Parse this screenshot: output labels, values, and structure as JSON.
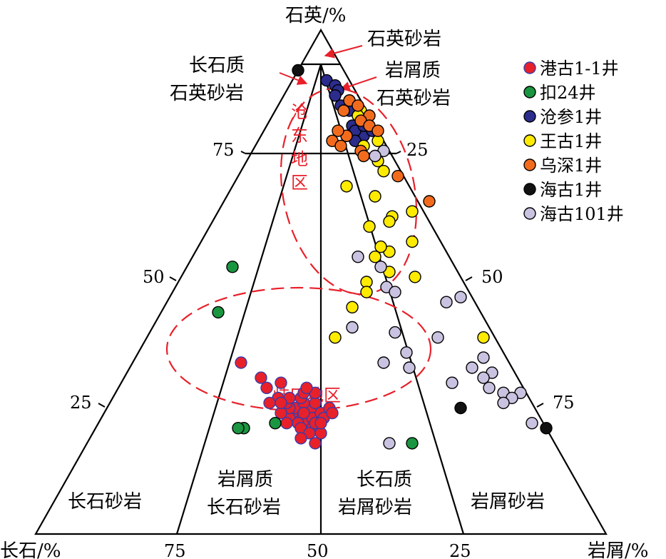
{
  "chart_data": {
    "type": "scatter",
    "apex_labels": {
      "top": "石英/%",
      "left": "长石/%",
      "right": "岩屑/%"
    },
    "tick_values": [
      "75",
      "50",
      "25"
    ],
    "field_labels": {
      "quartz_sandstone": "石英砂岩",
      "feldspathic_quartz_1": "长石质",
      "feldspathic_quartz_2": "石英砂岩",
      "lithic_quartz_1": "岩屑质",
      "lithic_quartz_2": "石英砂岩",
      "arkose": "长石砂岩",
      "lithic_arkose_1": "岩屑质",
      "lithic_arkose_2": "长石砂岩",
      "feldspathic_litharenite_1": "长石质",
      "feldspathic_litharenite_2": "岩屑砂岩",
      "litharenite": "岩屑砂岩"
    },
    "regions": {
      "cangdong": "沧东地区",
      "qikou": "歧口地区"
    },
    "series": [
      {
        "name": "港古1-1井",
        "color": "#e8202a",
        "stroke": "#3b3ba8",
        "points": [
          [
            24,
            40,
            36
          ],
          [
            23,
            42,
            35
          ],
          [
            25,
            39,
            36
          ],
          [
            24,
            43,
            33
          ],
          [
            22,
            42,
            36
          ],
          [
            26,
            38,
            36
          ],
          [
            21,
            41,
            38
          ],
          [
            23,
            40,
            37
          ],
          [
            24,
            38,
            38
          ],
          [
            22,
            40,
            38
          ],
          [
            25,
            42,
            33
          ],
          [
            23,
            44,
            33
          ],
          [
            26,
            40,
            34
          ],
          [
            24,
            41,
            35
          ],
          [
            22,
            43,
            35
          ],
          [
            25,
            43,
            32
          ],
          [
            28,
            37,
            35
          ],
          [
            27,
            40,
            33
          ],
          [
            20,
            40,
            40
          ],
          [
            21,
            43,
            36
          ],
          [
            20,
            42,
            38
          ],
          [
            24,
            45,
            31
          ],
          [
            26,
            43,
            31
          ],
          [
            28,
            39,
            33
          ],
          [
            23,
            38,
            39
          ],
          [
            29,
            38,
            33
          ],
          [
            30,
            42,
            28
          ],
          [
            25,
            36,
            39
          ],
          [
            27,
            42,
            31
          ],
          [
            22,
            39,
            39
          ],
          [
            19,
            44,
            37
          ],
          [
            22,
            45,
            33
          ],
          [
            18,
            42,
            40
          ],
          [
            27,
            44,
            29
          ],
          [
            26,
            44,
            30
          ],
          [
            24,
            36,
            40
          ],
          [
            26,
            46,
            28
          ],
          [
            29,
            45,
            26
          ],
          [
            31,
            45,
            24
          ],
          [
            34,
            47,
            19
          ]
        ]
      },
      {
        "name": "扣24井",
        "color": "#1a9641",
        "stroke": "#000000",
        "points": [
          [
            21,
            53,
            26
          ],
          [
            21,
            54,
            25
          ],
          [
            22,
            47,
            31
          ],
          [
            44,
            46,
            10
          ],
          [
            53,
            39,
            8
          ],
          [
            18,
            25,
            57
          ]
        ]
      },
      {
        "name": "沧参1井",
        "color": "#2b2c8c",
        "stroke": "#000000",
        "points": [
          [
            90,
            4,
            6
          ],
          [
            89,
            3,
            8
          ],
          [
            88,
            3,
            9
          ],
          [
            87,
            4,
            9
          ],
          [
            86,
            2,
            12
          ],
          [
            85,
            4,
            11
          ],
          [
            84,
            3,
            13
          ],
          [
            83,
            2,
            15
          ],
          [
            82,
            2,
            16
          ],
          [
            81,
            4,
            15
          ],
          [
            79,
            3,
            18
          ],
          [
            80,
            4,
            16
          ],
          [
            81,
            2,
            17
          ],
          [
            78,
            5,
            17
          ],
          [
            80,
            1,
            19
          ]
        ]
      },
      {
        "name": "王古1井",
        "color": "#ffeb00",
        "stroke": "#000000",
        "points": [
          [
            84,
            1,
            15
          ],
          [
            83,
            2,
            15
          ],
          [
            79,
            6,
            15
          ],
          [
            78,
            1,
            21
          ],
          [
            77,
            4,
            19
          ],
          [
            74,
            3,
            23
          ],
          [
            72,
            3,
            25
          ],
          [
            69,
            11,
            20
          ],
          [
            67,
            7,
            26
          ],
          [
            63,
            6,
            31
          ],
          [
            62,
            7,
            31
          ],
          [
            64,
            2,
            34
          ],
          [
            61,
            11,
            28
          ],
          [
            58,
            5,
            37
          ],
          [
            56,
            10,
            34
          ],
          [
            55,
            13,
            32
          ],
          [
            57,
            11,
            32
          ],
          [
            52,
            12,
            36
          ],
          [
            51,
            8,
            41
          ],
          [
            50,
            17,
            33
          ],
          [
            48,
            18,
            34
          ],
          [
            45,
            22,
            33
          ],
          [
            39,
            28,
            33
          ],
          [
            39,
            2,
            59
          ]
        ]
      },
      {
        "name": "乌深1井",
        "color": "#f26b1d",
        "stroke": "#000000",
        "points": [
          [
            86,
            2,
            12
          ],
          [
            85,
            1,
            14
          ],
          [
            84,
            4,
            12
          ],
          [
            83,
            0,
            17
          ],
          [
            82,
            2,
            16
          ],
          [
            81,
            1,
            18
          ],
          [
            80,
            0,
            20
          ],
          [
            79,
            6,
            15
          ],
          [
            80,
            7,
            13
          ],
          [
            78,
            9,
            13
          ],
          [
            77,
            8,
            15
          ],
          [
            76,
            5,
            19
          ],
          [
            71,
            1,
            28
          ],
          [
            66,
            -2,
            36
          ],
          [
            75,
            5,
            20
          ]
        ]
      },
      {
        "name": "海古1井",
        "color": "#111111",
        "stroke": "#000000",
        "points": [
          [
            92,
            8,
            0
          ],
          [
            25,
            13,
            62
          ],
          [
            21,
            0,
            79
          ]
        ]
      },
      {
        "name": "海古101井",
        "color": "#c9c2e0",
        "stroke": "#000000",
        "points": [
          [
            76,
            1,
            23
          ],
          [
            75,
            3,
            22
          ],
          [
            55,
            16,
            29
          ],
          [
            53,
            13,
            34
          ],
          [
            49,
            14,
            37
          ],
          [
            48,
            13,
            39
          ],
          [
            47,
            2,
            51
          ],
          [
            46,
            5,
            49
          ],
          [
            39,
            10,
            51
          ],
          [
            40,
            17,
            43
          ],
          [
            41,
            24,
            35
          ],
          [
            36,
            17,
            47
          ],
          [
            33,
            18,
            49
          ],
          [
            34,
            22,
            44
          ],
          [
            35,
            4,
            61
          ],
          [
            33,
            7,
            60
          ],
          [
            32,
            4,
            64
          ],
          [
            31,
            6,
            63
          ],
          [
            30,
            12,
            58
          ],
          [
            29,
            6,
            65
          ],
          [
            28,
            4,
            68
          ],
          [
            28,
            1,
            71
          ],
          [
            27,
            3,
            70
          ],
          [
            26,
            5,
            69
          ],
          [
            22,
            2,
            76
          ],
          [
            18,
            29,
            53
          ]
        ]
      }
    ]
  }
}
